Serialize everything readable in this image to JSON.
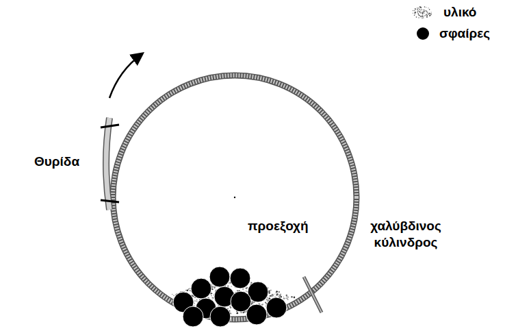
{
  "diagram": {
    "labels": [
      "Θυρίδα",
      "προεξοχή",
      "χαλύβδινος κύλινδρος"
    ],
    "legend": [
      {
        "text": "υλικό"
      },
      {
        "text": "σφαίρες"
      }
    ]
  }
}
